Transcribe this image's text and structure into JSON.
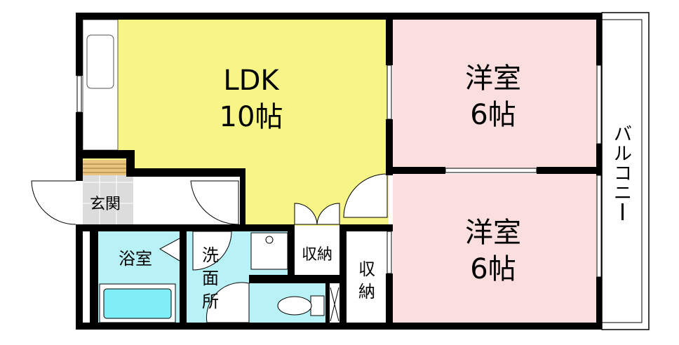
{
  "rooms": {
    "ldk": {
      "name": "LDK",
      "size": "10帖"
    },
    "western1": {
      "name": "洋室",
      "size": "6帖"
    },
    "western2": {
      "name": "洋室",
      "size": "6帖"
    },
    "entrance": "玄関",
    "bath": "浴室",
    "washroom": [
      "洗",
      "面",
      "所"
    ],
    "storage1": "収納",
    "storage2": [
      "収",
      "納"
    ],
    "balcony": [
      "バ",
      "ル",
      "コ",
      "ニ",
      "ー"
    ]
  },
  "colors": {
    "ldk": "#f7f586",
    "western": "#fbdfdf",
    "wet": "#b8f1f6",
    "tub": "#80eef7",
    "entrance_floor": "#dcdcdc",
    "step": "#e8c47c",
    "wall": "#000000"
  }
}
